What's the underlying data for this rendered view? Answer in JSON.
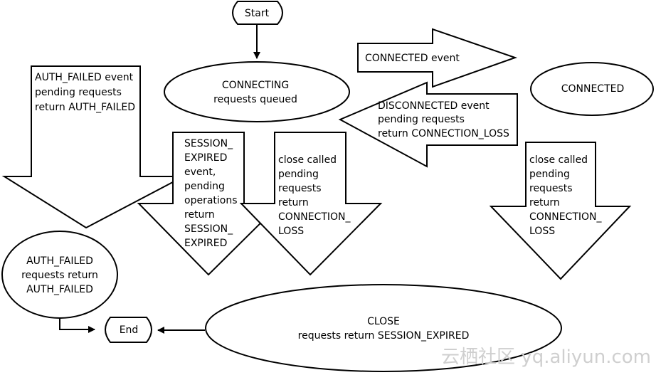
{
  "nodes": {
    "start": "Start",
    "connecting": [
      "CONNECTING",
      "requests queued"
    ],
    "connected": "CONNECTED",
    "auth_failed_state": [
      "AUTH_FAILED",
      "requests return",
      "AUTH_FAILED"
    ],
    "end": "End",
    "close": [
      "CLOSE",
      "requests return SESSION_EXPIRED"
    ]
  },
  "transitions": {
    "connected_event": "CONNECTED event",
    "disconnected_event": [
      "DISCONNECTED event",
      "pending requests",
      "return CONNECTION_LOSS"
    ],
    "auth_failed_event": [
      "AUTH_FAILED event",
      "pending requests",
      "return AUTH_FAILED"
    ],
    "session_expired": [
      "SESSION_",
      "EXPIRED",
      "event,",
      "pending",
      "operations",
      "return",
      "SESSION_",
      "EXPIRED"
    ],
    "close_called_left": [
      "close called",
      "pending",
      "requests",
      "return",
      "CONNECTION_",
      "LOSS"
    ],
    "close_called_right": [
      "close called",
      "pending",
      "requests",
      "return",
      "CONNECTION_",
      "LOSS"
    ]
  },
  "watermark": "云栖社区 yq.aliyun.com"
}
